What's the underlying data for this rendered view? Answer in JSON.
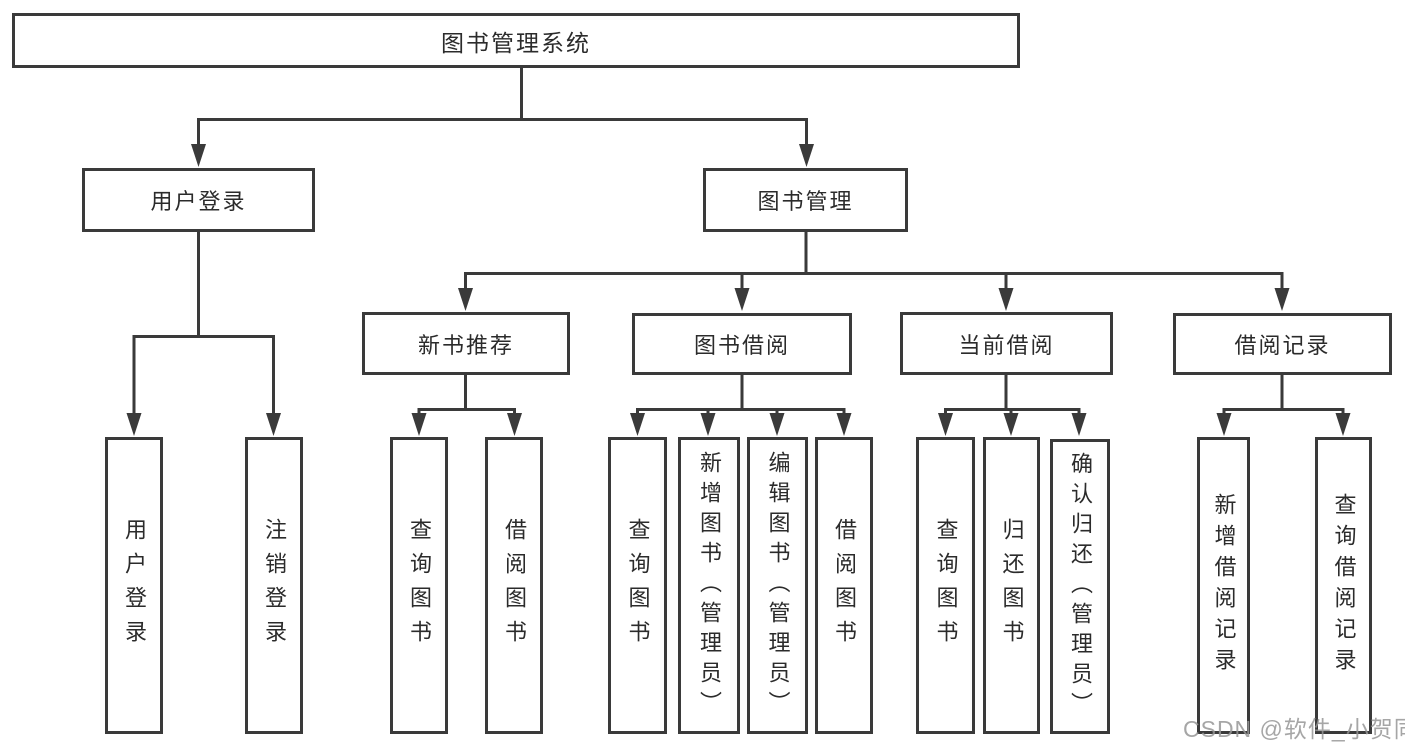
{
  "tree": {
    "root": {
      "label": "图书管理系统"
    },
    "children": [
      {
        "label": "用户登录",
        "children": [
          {
            "label": "用户登录"
          },
          {
            "label": "注销登录"
          }
        ]
      },
      {
        "label": "图书管理",
        "children": [
          {
            "label": "新书推荐",
            "children": [
              {
                "label": "查询图书"
              },
              {
                "label": "借阅图书"
              }
            ]
          },
          {
            "label": "图书借阅",
            "children": [
              {
                "label": "查询图书"
              },
              {
                "label": "新增图书（管理员）"
              },
              {
                "label": "编辑图书（管理员）"
              },
              {
                "label": "借阅图书"
              }
            ]
          },
          {
            "label": "当前借阅",
            "children": [
              {
                "label": "查询图书"
              },
              {
                "label": "归还图书"
              },
              {
                "label": "确认归还（管理员）"
              }
            ]
          },
          {
            "label": "借阅记录",
            "children": [
              {
                "label": "新增借阅记录"
              },
              {
                "label": "查询借阅记录"
              }
            ]
          }
        ]
      }
    ]
  },
  "watermark": {
    "text": "CSDN @软件_小贺同学"
  },
  "colors": {
    "line": "#3a3a3a",
    "node_border": "#3a3a3a",
    "node_text": "#2b2b2b",
    "background": "#ffffff",
    "watermark": "#969696"
  }
}
